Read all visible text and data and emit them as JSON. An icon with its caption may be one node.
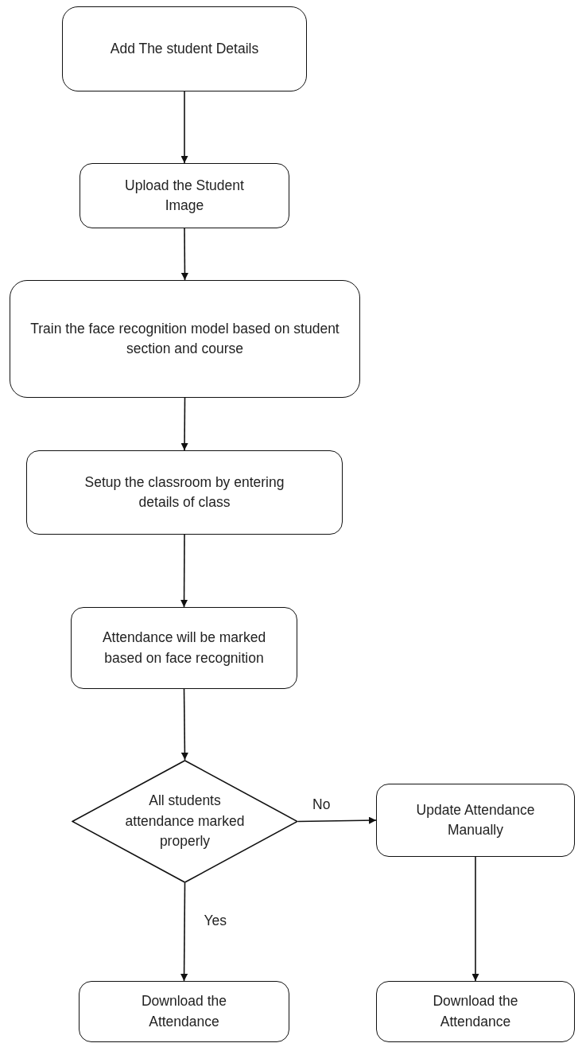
{
  "diagram": {
    "nodes": [
      {
        "text": [
          "Add The student Details"
        ]
      },
      {
        "text": [
          "Upload the Student Image"
        ]
      },
      {
        "text": [
          "Train the face recognition model based on student section and course"
        ]
      },
      {
        "text": [
          "Setup the classroom by entering details of class"
        ]
      },
      {
        "text": [
          "Attendance will be marked based on face recognition"
        ]
      },
      {
        "text": [
          "All students attendance marked properly"
        ]
      },
      {
        "text": [
          "Update Attendance Manually"
        ]
      },
      {
        "text": [
          "Download the Attendance"
        ]
      },
      {
        "text": [
          "Download the Attendance"
        ]
      }
    ],
    "edges": [
      {
        "from": 0,
        "to": 1,
        "arrow": "to"
      },
      {
        "from": 1,
        "to": 2,
        "arrow": "to"
      },
      {
        "from": 2,
        "to": 3,
        "arrow": "to"
      },
      {
        "from": 3,
        "to": 4,
        "arrow": "to"
      },
      {
        "from": 4,
        "to": 5,
        "arrow": "to"
      },
      {
        "from": 5,
        "to": 6,
        "arrow": "to",
        "label": "No"
      },
      {
        "from": 5,
        "to": 7,
        "arrow": "to",
        "label": "Yes"
      },
      {
        "from": 6,
        "to": 8,
        "arrow": "to"
      }
    ]
  }
}
